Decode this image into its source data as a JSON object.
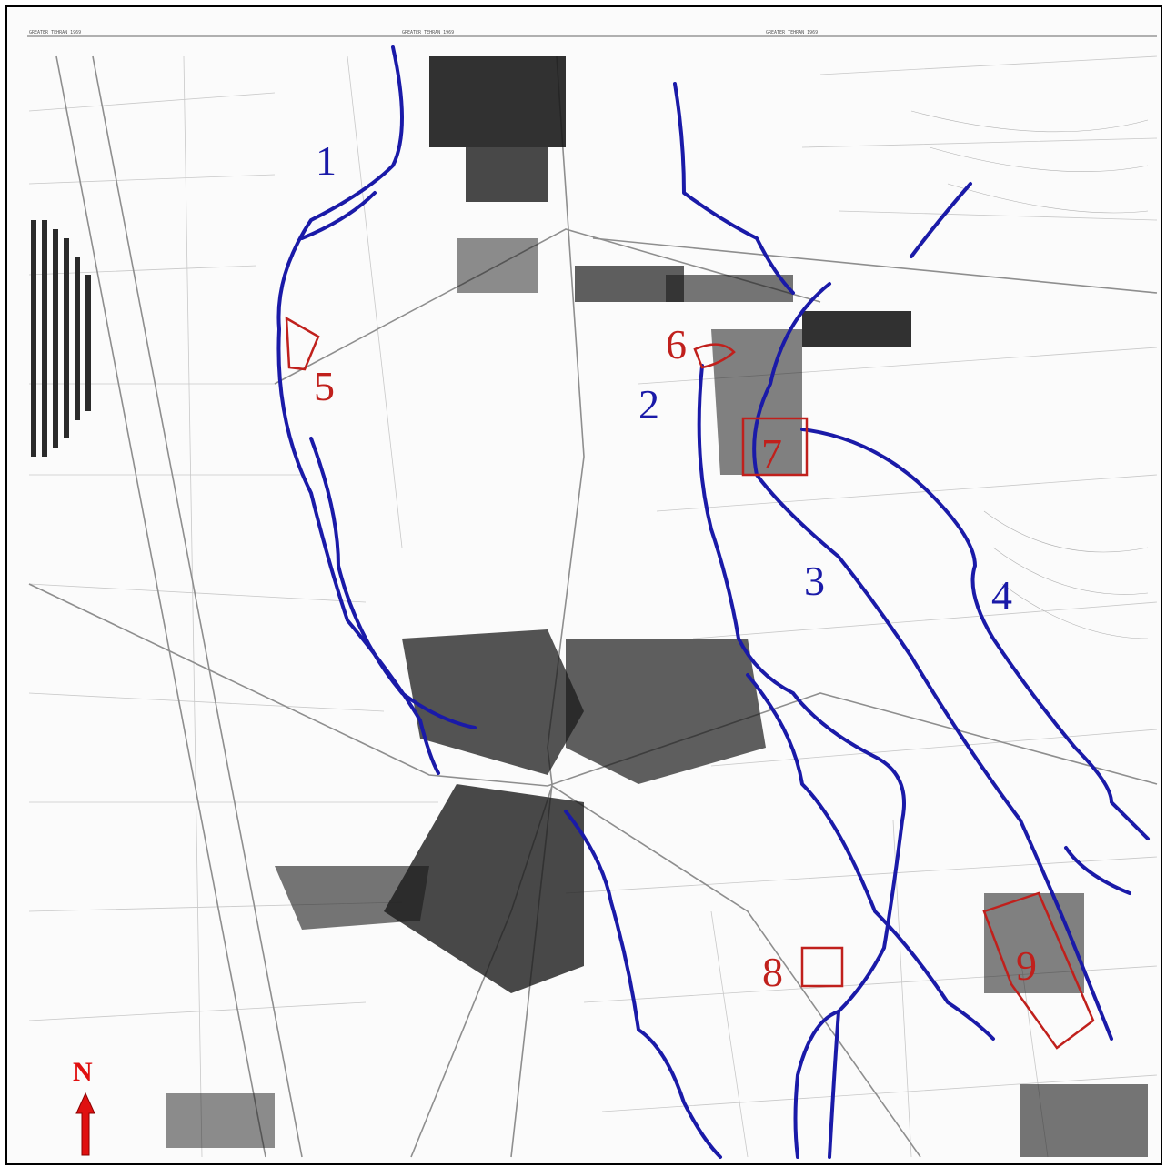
{
  "map": {
    "sheet_header": [
      "GREATER TEHRAN 1969",
      "GREATER TEHRAN 1969",
      "GREATER TEHRAN 1969"
    ],
    "stream_labels": [
      "1",
      "2",
      "3",
      "4"
    ],
    "site_labels": [
      "5",
      "6",
      "7",
      "8",
      "9"
    ],
    "north_label": "N",
    "colors": {
      "streams": "#1a1aa8",
      "sites": "#c0201c",
      "built": "#1b1b1b",
      "linework": "#9a9a9a",
      "arrow": "#e01010"
    }
  }
}
